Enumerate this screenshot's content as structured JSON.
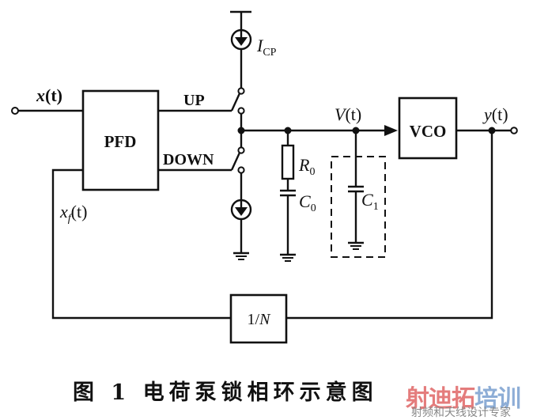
{
  "diagram": {
    "title": "Charge pump PLL schematic",
    "blocks": {
      "pfd": "PFD",
      "vco": "VCO",
      "divider_prefix": "1/",
      "divider_var": "N"
    },
    "signals": {
      "input_var": "x",
      "input_arg": "(t)",
      "feedback_var": "x",
      "feedback_sub": "f",
      "feedback_arg": "(t)",
      "up": "UP",
      "down": "DOWN",
      "control_var": "V",
      "control_arg": "(t)",
      "output_var": "y",
      "output_arg": "(t)"
    },
    "components": {
      "current_source_var": "I",
      "current_source_sub": "CP",
      "resistor_var": "R",
      "resistor_sub": "0",
      "cap0_var": "C",
      "cap0_sub": "0",
      "cap1_var": "C",
      "cap1_sub": "1"
    }
  },
  "caption": {
    "text": "图 1   电荷泵锁相环示意图"
  },
  "watermark": {
    "title_part1": "射迪",
    "title_part2": "拓",
    "title_part3": "培训",
    "subtitle": "射频和天线设计专家"
  }
}
